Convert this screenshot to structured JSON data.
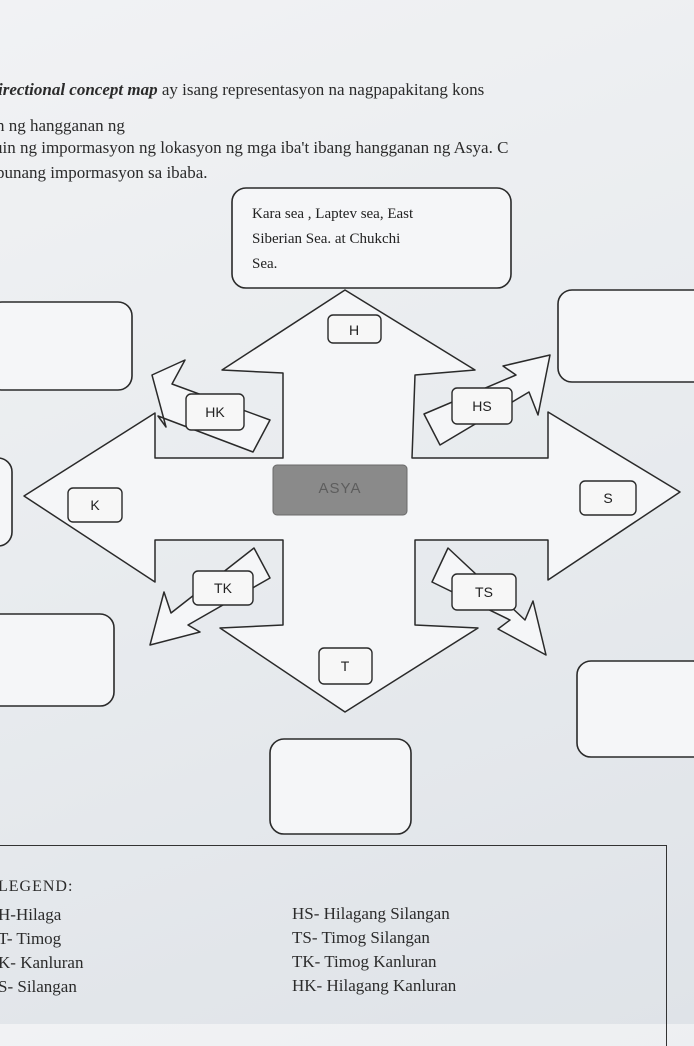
{
  "intro": {
    "line1_italic": "irectional concept map",
    "line1_rest": " ay isang representasyon na nagpapakitang kons",
    "line2": "n ng hangganan ng",
    "line3": "uin ng impormasyon ng lokasyon ng mga iba't ibang hangganan ng Asya. C",
    "line4": "punang impormasyon sa ibaba."
  },
  "diagram": {
    "top_box_lines": [
      "Kara sea , Laptev sea, East",
      "Siberian Sea. at Chukchi",
      "Sea."
    ],
    "center": "ASYA",
    "directions": {
      "H": "H",
      "HK": "HK",
      "HS": "HS",
      "K": "K",
      "S": "S",
      "TK": "TK",
      "TS": "TS",
      "T": "T"
    }
  },
  "legend": {
    "title": "LEGEND:",
    "left": [
      "H-Hilaga",
      "T- Timog",
      "K- Kanluran",
      "S- Silangan"
    ],
    "right": [
      "HS- Hilagang Silangan",
      "TS- Timog Silangan",
      "TK- Timog Kanluran",
      "HK- Hilagang Kanluran"
    ]
  }
}
